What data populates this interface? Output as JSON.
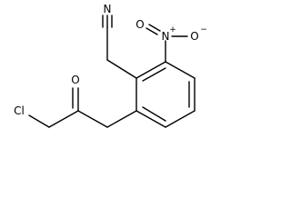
{
  "molecule": {
    "atoms": {
      "nitrile_n": "N",
      "nitro_n": "N",
      "nitro_n_charge": "+",
      "nitro_o": "O",
      "nitro_o_charge": "−",
      "nitro_o_double": "O",
      "ketone_o": "O",
      "chlorine": "Cl"
    }
  }
}
